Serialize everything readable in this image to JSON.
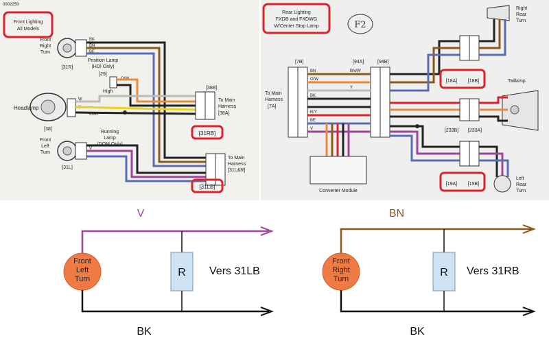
{
  "left": {
    "doc_id": "0002259",
    "title_line1": "Front Lighting",
    "title_line2": "All Models",
    "front_right_turn_1": "Front",
    "front_right_turn_2": "Right",
    "front_right_turn_3": "Turn",
    "conn_31R": "[31R]",
    "position_lamp_1": "Position Lamp",
    "position_lamp_2": "(HDI Only)",
    "conn_29": "[29]",
    "high": "High",
    "low": "Low",
    "headlamp": "Headlamp",
    "conn_38": "[38]",
    "conn_38B": "[38B]",
    "to_main_1": "To Main",
    "to_main_2": "Harness",
    "conn_38A": "[38A]",
    "conn_31RB": "[31RB]",
    "running_lamp_1": "Running",
    "running_lamp_2": "Lamp",
    "running_lamp_3": "(DOM Only)",
    "front_left_turn_1": "Front",
    "front_left_turn_2": "Left",
    "front_left_turn_3": "Turn",
    "conn_31L": "[31L]",
    "to_main_b_1": "To Main",
    "to_main_b_2": "Harness",
    "conn_31LR": "[31L&R]",
    "conn_31LB": "[31LB]",
    "wire_labels": {
      "bk": "BK",
      "bn": "BN",
      "w": "W",
      "y": "Y",
      "ow": "O/W",
      "v": "V",
      "be": "BE"
    }
  },
  "right": {
    "title_line1": "Rear Lighting",
    "title_line2": "FXDB and FXDWG",
    "title_line3": "W/Center Stop Lamp",
    "handwritten": "F2",
    "right_rear_1": "Right",
    "right_rear_2": "Rear",
    "right_rear_3": "Turn",
    "conn_7B": "[7B]",
    "conn_94A": "[94A]",
    "conn_94B": "[94B]",
    "to_main_1": "To Main",
    "to_main_2": "Harness",
    "conn_7A": "[7A]",
    "conn_18A": "[18A]",
    "conn_18B": "[18B]",
    "taillamp": "Taillamp",
    "conn_233B": "[233B]",
    "conn_233A": "[233A]",
    "conn_19A": "[19A]",
    "conn_19B": "[19B]",
    "converter": "Converter Module",
    "left_rear_1": "Left",
    "left_rear_2": "Rear",
    "left_rear_3": "Turn",
    "wire_labels": {
      "bk": "BK",
      "bn": "BN",
      "v": "V",
      "be": "BE",
      "ry": "R/Y",
      "ow": "O/W",
      "bnw": "BN/W",
      "y": "Y"
    }
  },
  "bottom_left": {
    "top_wire_label": "V",
    "bottom_wire_label": "BK",
    "lamp_1": "Front",
    "lamp_2": "Left",
    "lamp_3": "Turn",
    "resistor": "R",
    "destination": "Vers 31LB"
  },
  "bottom_right": {
    "top_wire_label": "BN",
    "bottom_wire_label": "BK",
    "lamp_1": "Front",
    "lamp_2": "Right",
    "lamp_3": "Turn",
    "resistor": "R",
    "destination": "Vers 31RB"
  },
  "colors": {
    "violet": "#a0449a",
    "brown": "#8b5a1a",
    "black": "#111111",
    "lamp_fill": "#f07a44",
    "resistor_fill": "#cfe3f2",
    "callout_red": "#d9232d"
  }
}
